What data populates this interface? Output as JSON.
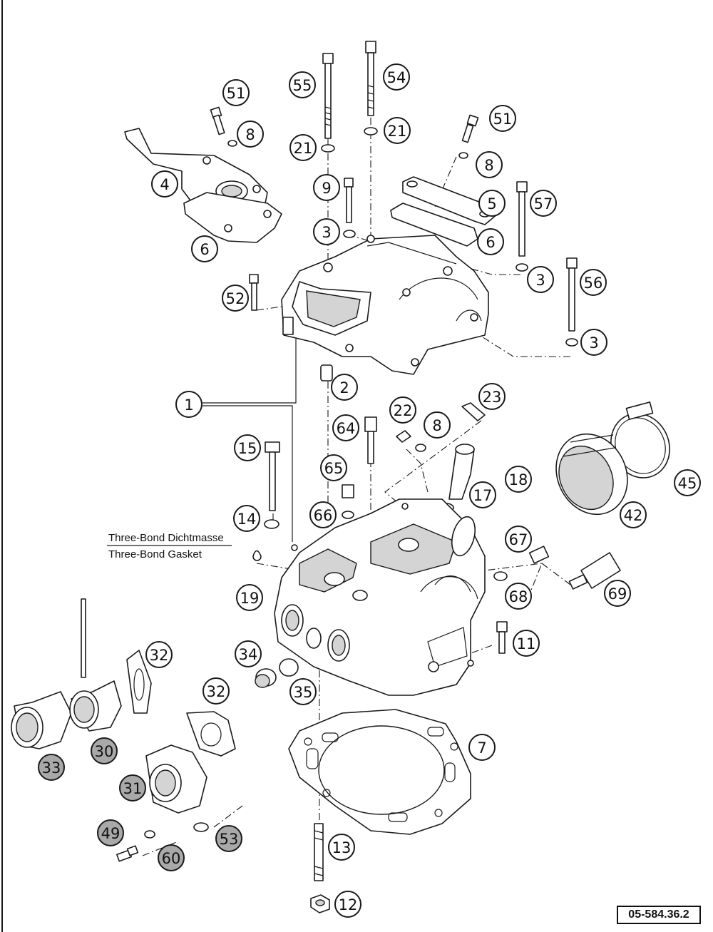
{
  "note": {
    "line1": "Three-Bond Dichtmasse",
    "line2": "Three-Bond Gasket"
  },
  "drawing_number": "05-584.36.2",
  "callouts": [
    {
      "id": "c51a",
      "label": "51"
    },
    {
      "id": "c8a",
      "label": "8"
    },
    {
      "id": "c4",
      "label": "4"
    },
    {
      "id": "c6a",
      "label": "6"
    },
    {
      "id": "c55",
      "label": "55"
    },
    {
      "id": "c54",
      "label": "54"
    },
    {
      "id": "c21a",
      "label": "21"
    },
    {
      "id": "c21b",
      "label": "21"
    },
    {
      "id": "c9",
      "label": "9"
    },
    {
      "id": "c3a",
      "label": "3"
    },
    {
      "id": "c51b",
      "label": "51"
    },
    {
      "id": "c8b",
      "label": "8"
    },
    {
      "id": "c5",
      "label": "5"
    },
    {
      "id": "c57",
      "label": "57"
    },
    {
      "id": "c6b",
      "label": "6"
    },
    {
      "id": "c3b",
      "label": "3"
    },
    {
      "id": "c56",
      "label": "56"
    },
    {
      "id": "c3c",
      "label": "3"
    },
    {
      "id": "c52",
      "label": "52"
    },
    {
      "id": "c2",
      "label": "2"
    },
    {
      "id": "c1",
      "label": "1"
    },
    {
      "id": "c23",
      "label": "23"
    },
    {
      "id": "c22",
      "label": "22"
    },
    {
      "id": "c8c",
      "label": "8"
    },
    {
      "id": "c64",
      "label": "64"
    },
    {
      "id": "c15",
      "label": "15"
    },
    {
      "id": "c65",
      "label": "65"
    },
    {
      "id": "c18",
      "label": "18"
    },
    {
      "id": "c17",
      "label": "17"
    },
    {
      "id": "c45",
      "label": "45"
    },
    {
      "id": "c42",
      "label": "42"
    },
    {
      "id": "c14",
      "label": "14"
    },
    {
      "id": "c66",
      "label": "66"
    },
    {
      "id": "c67",
      "label": "67"
    },
    {
      "id": "c68",
      "label": "68"
    },
    {
      "id": "c69",
      "label": "69"
    },
    {
      "id": "c19",
      "label": "19"
    },
    {
      "id": "c11",
      "label": "11"
    },
    {
      "id": "c32a",
      "label": "32"
    },
    {
      "id": "c34",
      "label": "34"
    },
    {
      "id": "c35",
      "label": "35"
    },
    {
      "id": "c32b",
      "label": "32"
    },
    {
      "id": "c7",
      "label": "7"
    },
    {
      "id": "c33",
      "label": "33"
    },
    {
      "id": "c30",
      "label": "30"
    },
    {
      "id": "c31",
      "label": "31"
    },
    {
      "id": "c49",
      "label": "49"
    },
    {
      "id": "c53",
      "label": "53"
    },
    {
      "id": "c60",
      "label": "60"
    },
    {
      "id": "c13",
      "label": "13"
    },
    {
      "id": "c12",
      "label": "12"
    }
  ]
}
